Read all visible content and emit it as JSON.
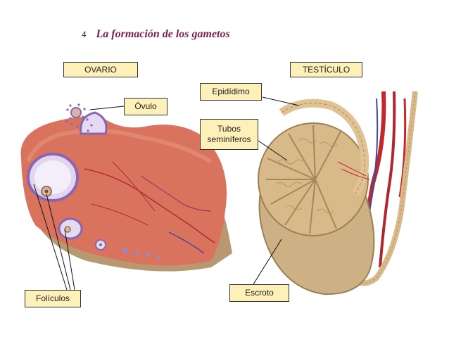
{
  "header": {
    "number": "4",
    "title": "La formación de los gametos"
  },
  "labels": {
    "ovario": "OVARIO",
    "testiculo": "TESTÍCULO",
    "ovulo": "Óvulo",
    "foliculos": "Folículos",
    "epididimo": "Epidídimo",
    "tubos_line1": "Tubos",
    "tubos_line2": "seminíferos",
    "escroto": "Escroto"
  },
  "colors": {
    "label_fill": "#fdf0b8",
    "title": "#7a1f4e",
    "ovary_tissue": "#d9735e",
    "follicle": "#c9b4dc",
    "testis_tan": "#d8b98a",
    "vessel_red": "#c0282b"
  }
}
